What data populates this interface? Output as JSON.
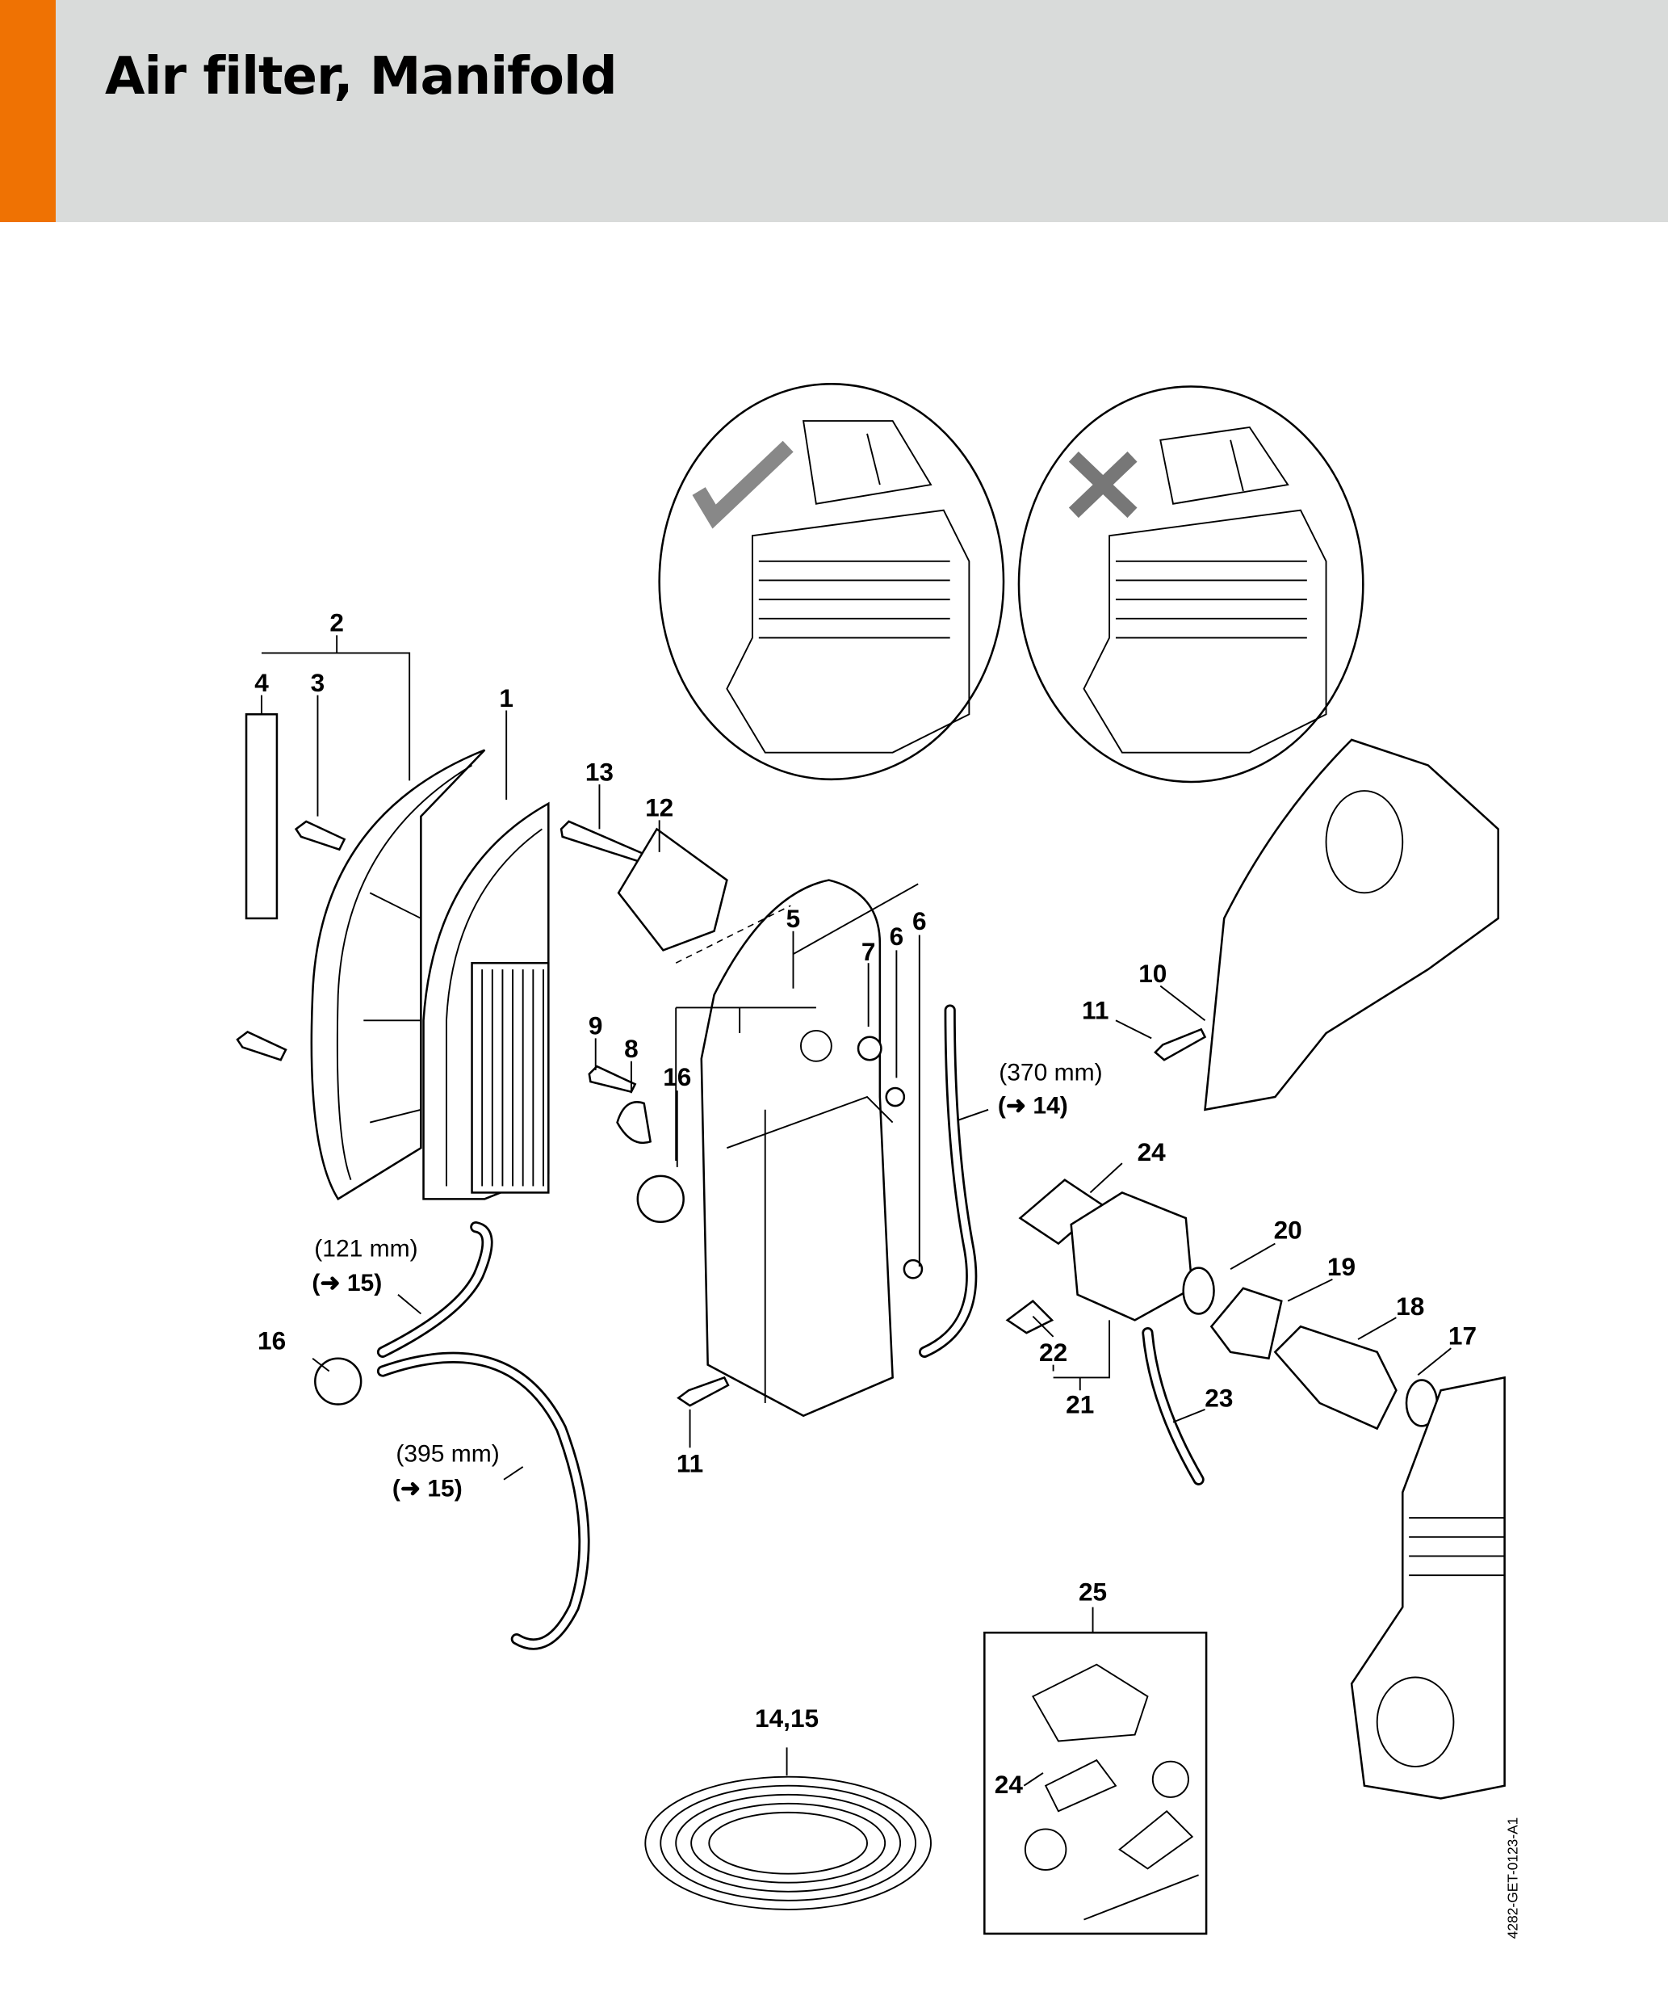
{
  "header": {
    "title": "Air filter, Manifold",
    "accent_color": "#ef7203",
    "background_color": "#d9dbda"
  },
  "diagram": {
    "reference_code": "4282-GET-0123-A1",
    "check_mark_icon": "check-mark-icon",
    "cross_mark_icon": "cross-mark-icon",
    "labels": {
      "l1": "1",
      "l2": "2",
      "l3": "3",
      "l4": "4",
      "l5": "5",
      "l6a": "6",
      "l6b": "6",
      "l7": "7",
      "l8": "8",
      "l9": "9",
      "l10": "10",
      "l11a": "11",
      "l11b": "11",
      "l12": "12",
      "l13": "13",
      "l16a": "16",
      "l16b": "16",
      "l17": "17",
      "l18": "18",
      "l19": "19",
      "l20": "20",
      "l21": "21",
      "l22": "22",
      "l23": "23",
      "l24a": "24",
      "l24b": "24",
      "l25": "25",
      "l1415": "14,15"
    },
    "notes": {
      "hose_370": "(370 mm)",
      "ref_14": "(➜ 14)",
      "hose_121": "(121 mm)",
      "ref_15a": "(➜ 15)",
      "hose_395": "(395 mm)",
      "ref_15b": "(➜ 15)"
    }
  }
}
